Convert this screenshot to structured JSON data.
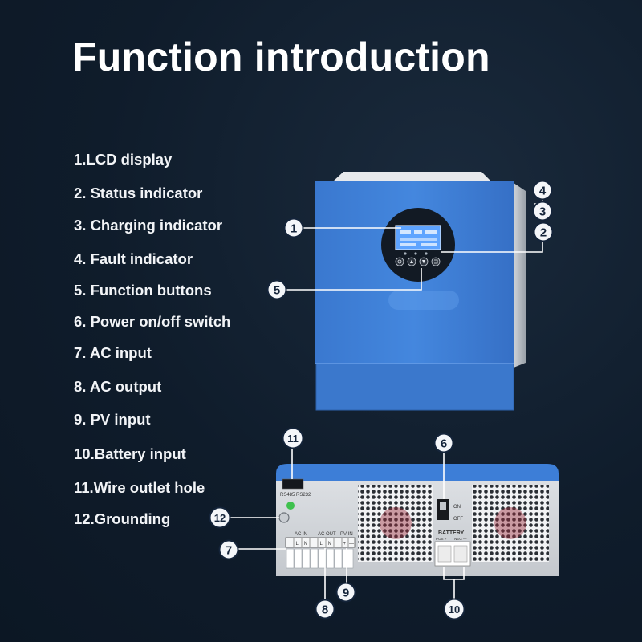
{
  "page": {
    "title": "Function introduction"
  },
  "features": [
    {
      "label": "1.LCD display"
    },
    {
      "label": "2. Status indicator"
    },
    {
      "label": "3. Charging indicator"
    },
    {
      "label": "4. Fault indicator"
    },
    {
      "label": "5. Function buttons"
    },
    {
      "label": "6. Power on/off switch"
    },
    {
      "label": "7. AC input"
    },
    {
      "label": "8. AC output"
    },
    {
      "label": "9. PV input"
    },
    {
      "label": "10.Battery input"
    },
    {
      "label": "11.Wire outlet hole"
    },
    {
      "label": "12.Grounding"
    }
  ],
  "callouts": [
    "1",
    "2",
    "3",
    "4",
    "5",
    "6",
    "7",
    "8",
    "9",
    "10",
    "11",
    "12"
  ],
  "device_labels": {
    "comm_ports": "RS485  RS232",
    "ac_in": "AC IN",
    "ac_out": "AC OUT",
    "pv_in": "PV IN",
    "term_l": "L",
    "term_n": "N",
    "term_plus": "+",
    "term_minus": "—",
    "battery": "BATTERY",
    "battery_pos": "POS +",
    "battery_neg": "NEG —",
    "switch_on": "ON",
    "switch_off": "OFF"
  },
  "colors": {
    "background": "#0f1c2b",
    "device_blue": "#3b7fd8",
    "callout_fill": "#f4f6f9"
  }
}
